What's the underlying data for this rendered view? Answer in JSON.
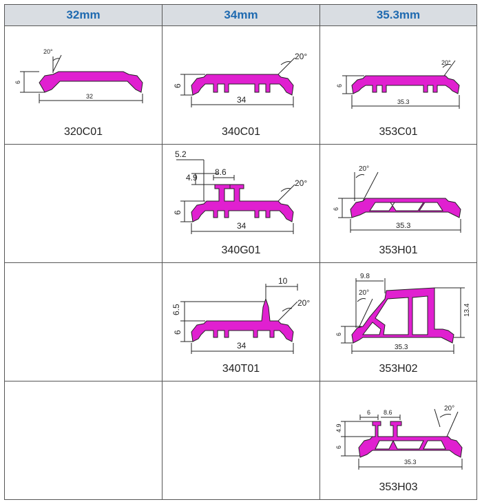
{
  "header": {
    "col1": "32mm",
    "col2": "34mm",
    "col3": "35.3mm"
  },
  "profiles": {
    "p320C01": {
      "code": "320C01",
      "dims": {
        "angle": "20°",
        "height": "6",
        "width": "32"
      }
    },
    "p340C01": {
      "code": "340C01",
      "dims": {
        "angle": "20°",
        "height": "6",
        "width": "34"
      }
    },
    "p353C01": {
      "code": "353C01",
      "dims": {
        "angle": "20°",
        "height": "6",
        "width": "35.3"
      }
    },
    "p340G01": {
      "code": "340G01",
      "dims": {
        "top": "5.2",
        "slot": "4.9",
        "gap": "8.6",
        "angle": "20°",
        "height": "6",
        "width": "34"
      }
    },
    "p353H01": {
      "code": "353H01",
      "dims": {
        "angle": "20°",
        "height": "6",
        "width": "35.3"
      }
    },
    "p340T01": {
      "code": "340T01",
      "dims": {
        "fin": "10",
        "angle": "20°",
        "fin_height": "6.5",
        "height": "6",
        "width": "34"
      }
    },
    "p353H02": {
      "code": "353H02",
      "dims": {
        "top": "9.8",
        "angle": "20°",
        "height": "6",
        "tall": "13.4",
        "width": "35.3"
      }
    },
    "p353H03": {
      "code": "353H03",
      "dims": {
        "a": "6",
        "b": "8.6",
        "angle": "20°",
        "slot": "4.9",
        "height": "6",
        "width": "35.3"
      }
    }
  }
}
